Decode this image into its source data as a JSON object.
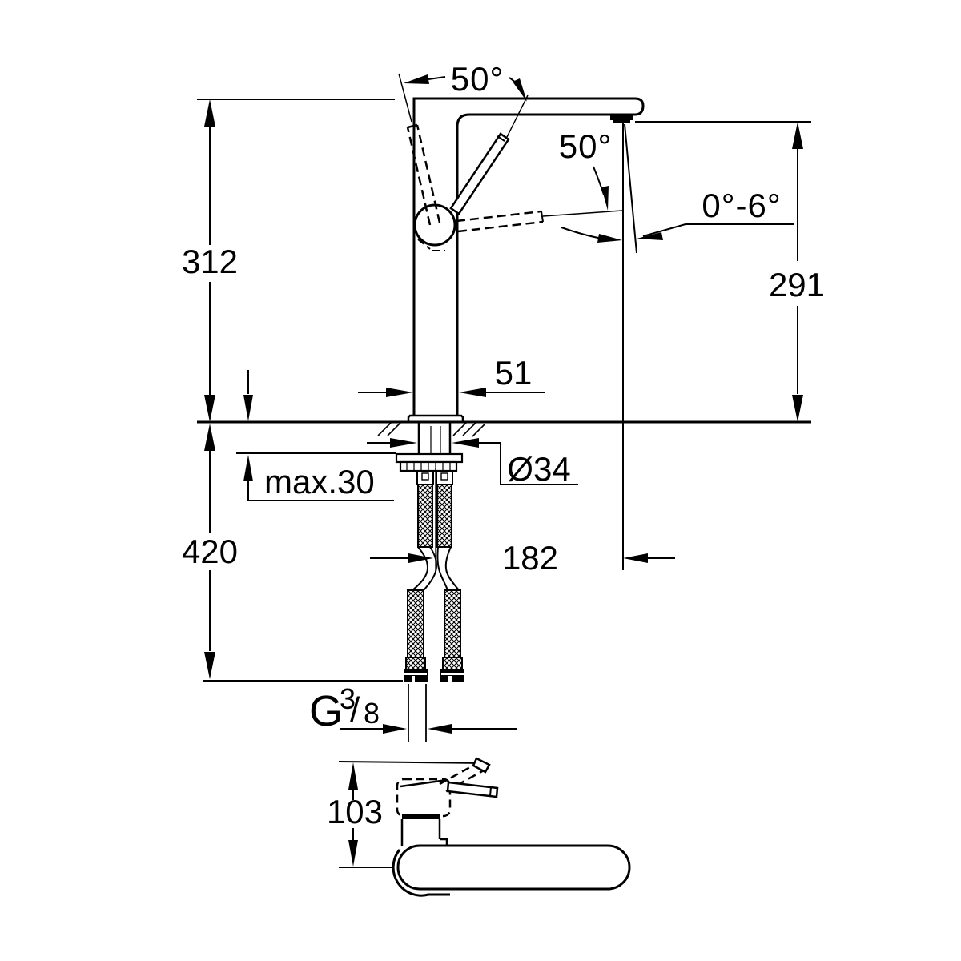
{
  "colors": {
    "background": "#ffffff",
    "ink": "#000000"
  },
  "labels": {
    "angle_handle_top": "50°",
    "angle_handle_side": "50°",
    "angle_spout_tilt": "0°-6°",
    "dim_height_above_deck": "312",
    "dim_outlet_height": "291",
    "dim_body_width": "51",
    "dim_deck_thickness": "max.30",
    "dim_shank_diameter": "Ø34",
    "dim_below_deck_length": "420",
    "dim_outlet_projection": "182",
    "dim_side_view_height": "103",
    "thread": {
      "g": "G",
      "numerator": "3",
      "slash": "/",
      "denominator": "8"
    }
  }
}
